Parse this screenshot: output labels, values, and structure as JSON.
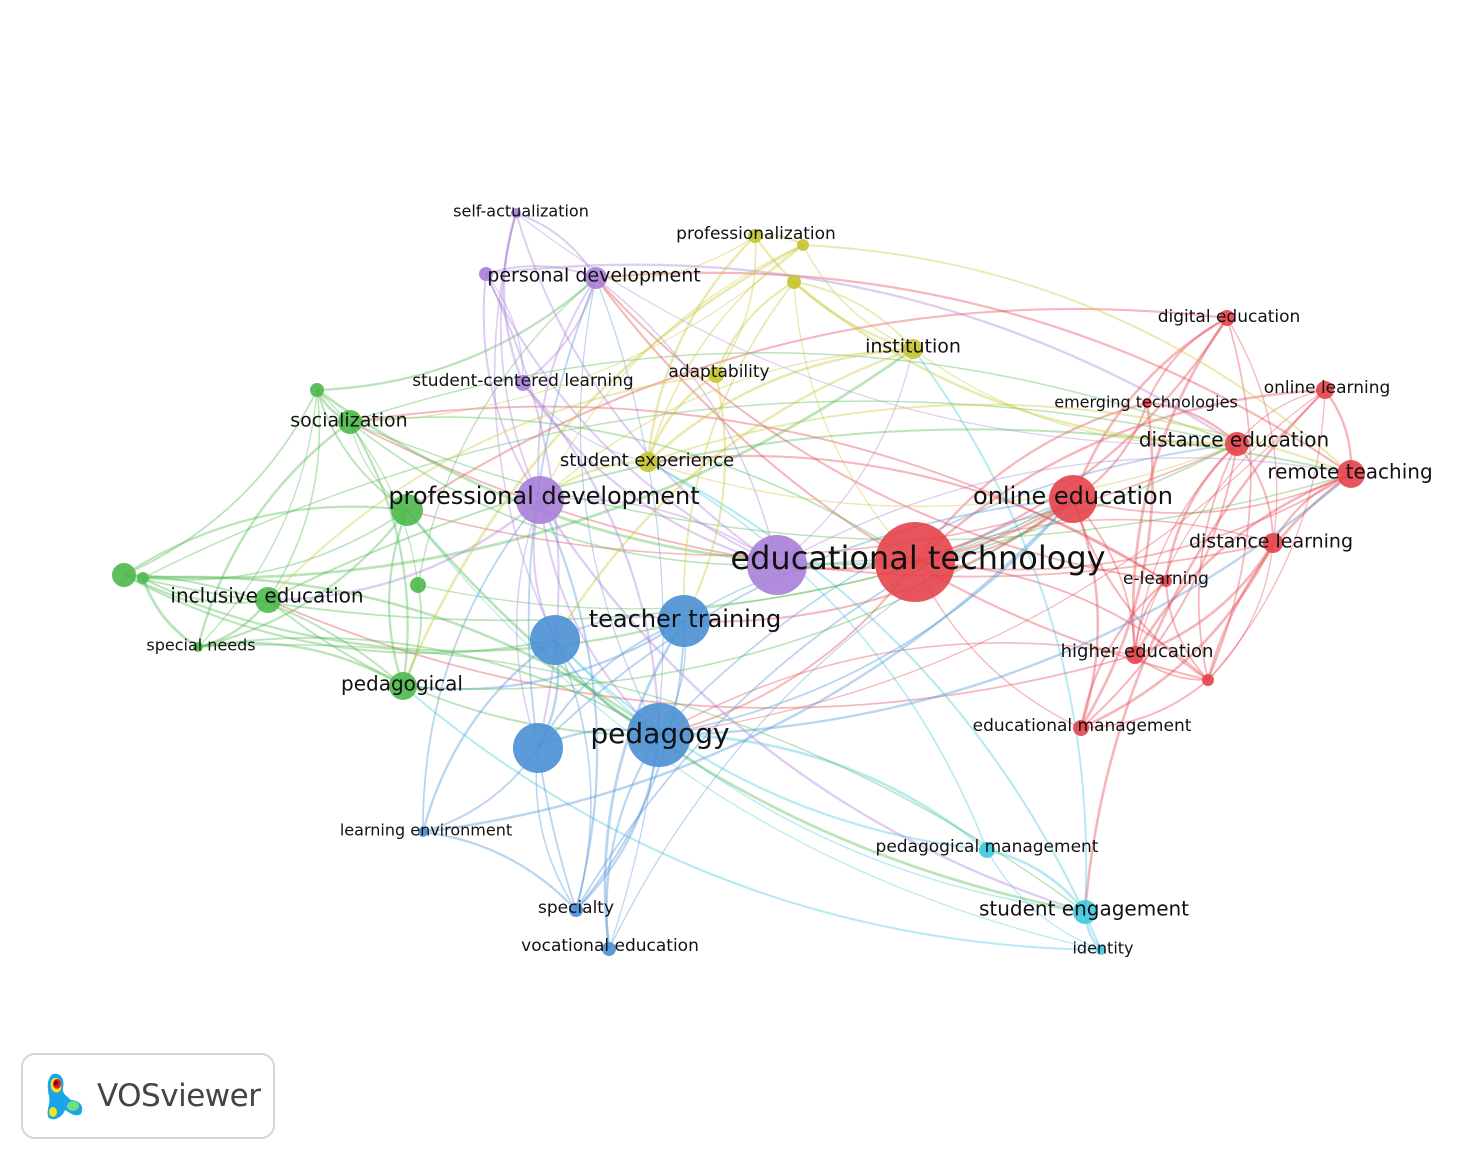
{
  "app": {
    "name": "VOSviewer"
  },
  "colors": {
    "red": "#e6424b",
    "blue": "#4a90d4",
    "green": "#4cb84c",
    "purple": "#a87fd9",
    "yellow": "#c5c42f",
    "cyan": "#3fc8dc"
  },
  "nodes": [
    {
      "id": "educational_technology",
      "label": "educational technology",
      "cluster": "red"
    },
    {
      "id": "online_education",
      "label": "online education",
      "cluster": "red"
    },
    {
      "id": "distance_education",
      "label": "distance education",
      "cluster": "red"
    },
    {
      "id": "remote_teaching",
      "label": "remote teaching",
      "cluster": "red"
    },
    {
      "id": "digital_education",
      "label": "digital education",
      "cluster": "red"
    },
    {
      "id": "online_learning",
      "label": "online learning",
      "cluster": "red"
    },
    {
      "id": "emerging_technologies",
      "label": "emerging technologies",
      "cluster": "red"
    },
    {
      "id": "distance_learning",
      "label": "distance learning",
      "cluster": "red"
    },
    {
      "id": "e_learning",
      "label": "e-learning",
      "cluster": "red"
    },
    {
      "id": "higher_education",
      "label": "higher education",
      "cluster": "red"
    },
    {
      "id": "red_unlabeled",
      "label": "",
      "cluster": "red"
    },
    {
      "id": "educational_management",
      "label": "educational management",
      "cluster": "red"
    },
    {
      "id": "pedagogical_management",
      "label": "pedagogical management",
      "cluster": "cyan"
    },
    {
      "id": "student_engagement",
      "label": "student engagement",
      "cluster": "cyan"
    },
    {
      "id": "identity",
      "label": "identity",
      "cluster": "cyan"
    },
    {
      "id": "pedagogy",
      "label": "pedagogy",
      "cluster": "blue"
    },
    {
      "id": "teacher_training",
      "label": "teacher training",
      "cluster": "blue"
    },
    {
      "id": "blue_unlabeled_1",
      "label": "",
      "cluster": "blue"
    },
    {
      "id": "blue_unlabeled_2",
      "label": "",
      "cluster": "blue"
    },
    {
      "id": "learning_environment",
      "label": "learning environment",
      "cluster": "blue"
    },
    {
      "id": "specialty",
      "label": "specialty",
      "cluster": "blue"
    },
    {
      "id": "vocational_education",
      "label": "vocational education",
      "cluster": "blue"
    },
    {
      "id": "green_hub",
      "label": "",
      "cluster": "green"
    },
    {
      "id": "socialization",
      "label": "socialization",
      "cluster": "green"
    },
    {
      "id": "green_small_1",
      "label": "",
      "cluster": "green"
    },
    {
      "id": "inclusive_education",
      "label": "inclusive education",
      "cluster": "green"
    },
    {
      "id": "green_left_1",
      "label": "",
      "cluster": "green"
    },
    {
      "id": "green_left_2",
      "label": "",
      "cluster": "green"
    },
    {
      "id": "special_needs",
      "label": "special needs",
      "cluster": "green"
    },
    {
      "id": "green_small_2",
      "label": "",
      "cluster": "green"
    },
    {
      "id": "pedagogical",
      "label": "pedagogical",
      "cluster": "green"
    },
    {
      "id": "professional_development",
      "label": "professional development",
      "cluster": "purple"
    },
    {
      "id": "purple_hub",
      "label": "",
      "cluster": "purple"
    },
    {
      "id": "personal_development",
      "label": "personal development",
      "cluster": "purple"
    },
    {
      "id": "purple_small",
      "label": "",
      "cluster": "purple"
    },
    {
      "id": "self_actualization",
      "label": "self-actualization",
      "cluster": "purple"
    },
    {
      "id": "student_centered_learning",
      "label": "student-centered learning",
      "cluster": "purple"
    },
    {
      "id": "professionalization",
      "label": "professionalization",
      "cluster": "yellow"
    },
    {
      "id": "yellow_small_1",
      "label": "",
      "cluster": "yellow"
    },
    {
      "id": "yellow_small_2",
      "label": "",
      "cluster": "yellow"
    },
    {
      "id": "institution",
      "label": "institution",
      "cluster": "yellow"
    },
    {
      "id": "adaptability",
      "label": "adaptability",
      "cluster": "yellow"
    },
    {
      "id": "student_experience",
      "label": "student experience",
      "cluster": "yellow"
    }
  ]
}
